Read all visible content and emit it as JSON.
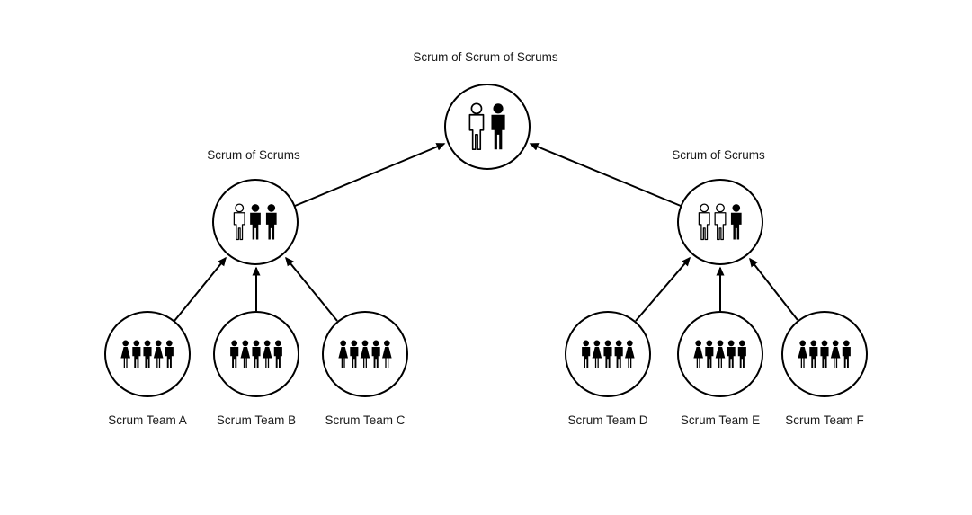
{
  "colors": {
    "ink": "#000000",
    "background": "#ffffff"
  },
  "nodes": {
    "root": {
      "label": "Scrum of Scrum of Scrums",
      "icon": "two-people-icon",
      "figures": [
        "man-outline",
        "man-fill"
      ]
    },
    "mid": [
      {
        "label": "Scrum of Scrums",
        "icon": "three-people-icon",
        "figures": [
          "man-outline",
          "man-fill",
          "man-fill"
        ]
      },
      {
        "label": "Scrum of Scrums",
        "icon": "three-people-icon",
        "figures": [
          "man-outline",
          "man-outline",
          "man-fill"
        ]
      }
    ],
    "teams": [
      {
        "label": "Scrum Team A",
        "icon": "team-crowd-icon",
        "figures": [
          "woman-fill",
          "man-fill",
          "man-fill",
          "woman-fill",
          "man-fill"
        ]
      },
      {
        "label": "Scrum Team B",
        "icon": "team-crowd-icon",
        "figures": [
          "man-fill",
          "woman-fill",
          "man-fill",
          "woman-fill",
          "man-fill"
        ]
      },
      {
        "label": "Scrum Team C",
        "icon": "team-crowd-icon",
        "figures": [
          "woman-fill",
          "man-fill",
          "woman-fill",
          "man-fill",
          "woman-fill"
        ]
      },
      {
        "label": "Scrum Team D",
        "icon": "team-crowd-icon",
        "figures": [
          "man-fill",
          "woman-fill",
          "man-fill",
          "man-fill",
          "woman-fill"
        ]
      },
      {
        "label": "Scrum Team E",
        "icon": "team-crowd-icon",
        "figures": [
          "woman-fill",
          "man-fill",
          "woman-fill",
          "man-fill",
          "man-fill"
        ]
      },
      {
        "label": "Scrum Team F",
        "icon": "team-crowd-icon",
        "figures": [
          "woman-fill",
          "man-fill",
          "man-fill",
          "woman-fill",
          "man-fill"
        ]
      }
    ]
  },
  "edges": [
    {
      "from": "scrum-of-scrums-left",
      "to": "scrum-of-scrum-of-scrums"
    },
    {
      "from": "scrum-of-scrums-right",
      "to": "scrum-of-scrum-of-scrums"
    },
    {
      "from": "scrum-team-a",
      "to": "scrum-of-scrums-left"
    },
    {
      "from": "scrum-team-b",
      "to": "scrum-of-scrums-left"
    },
    {
      "from": "scrum-team-c",
      "to": "scrum-of-scrums-left"
    },
    {
      "from": "scrum-team-d",
      "to": "scrum-of-scrums-right"
    },
    {
      "from": "scrum-team-e",
      "to": "scrum-of-scrums-right"
    },
    {
      "from": "scrum-team-f",
      "to": "scrum-of-scrums-right"
    }
  ]
}
